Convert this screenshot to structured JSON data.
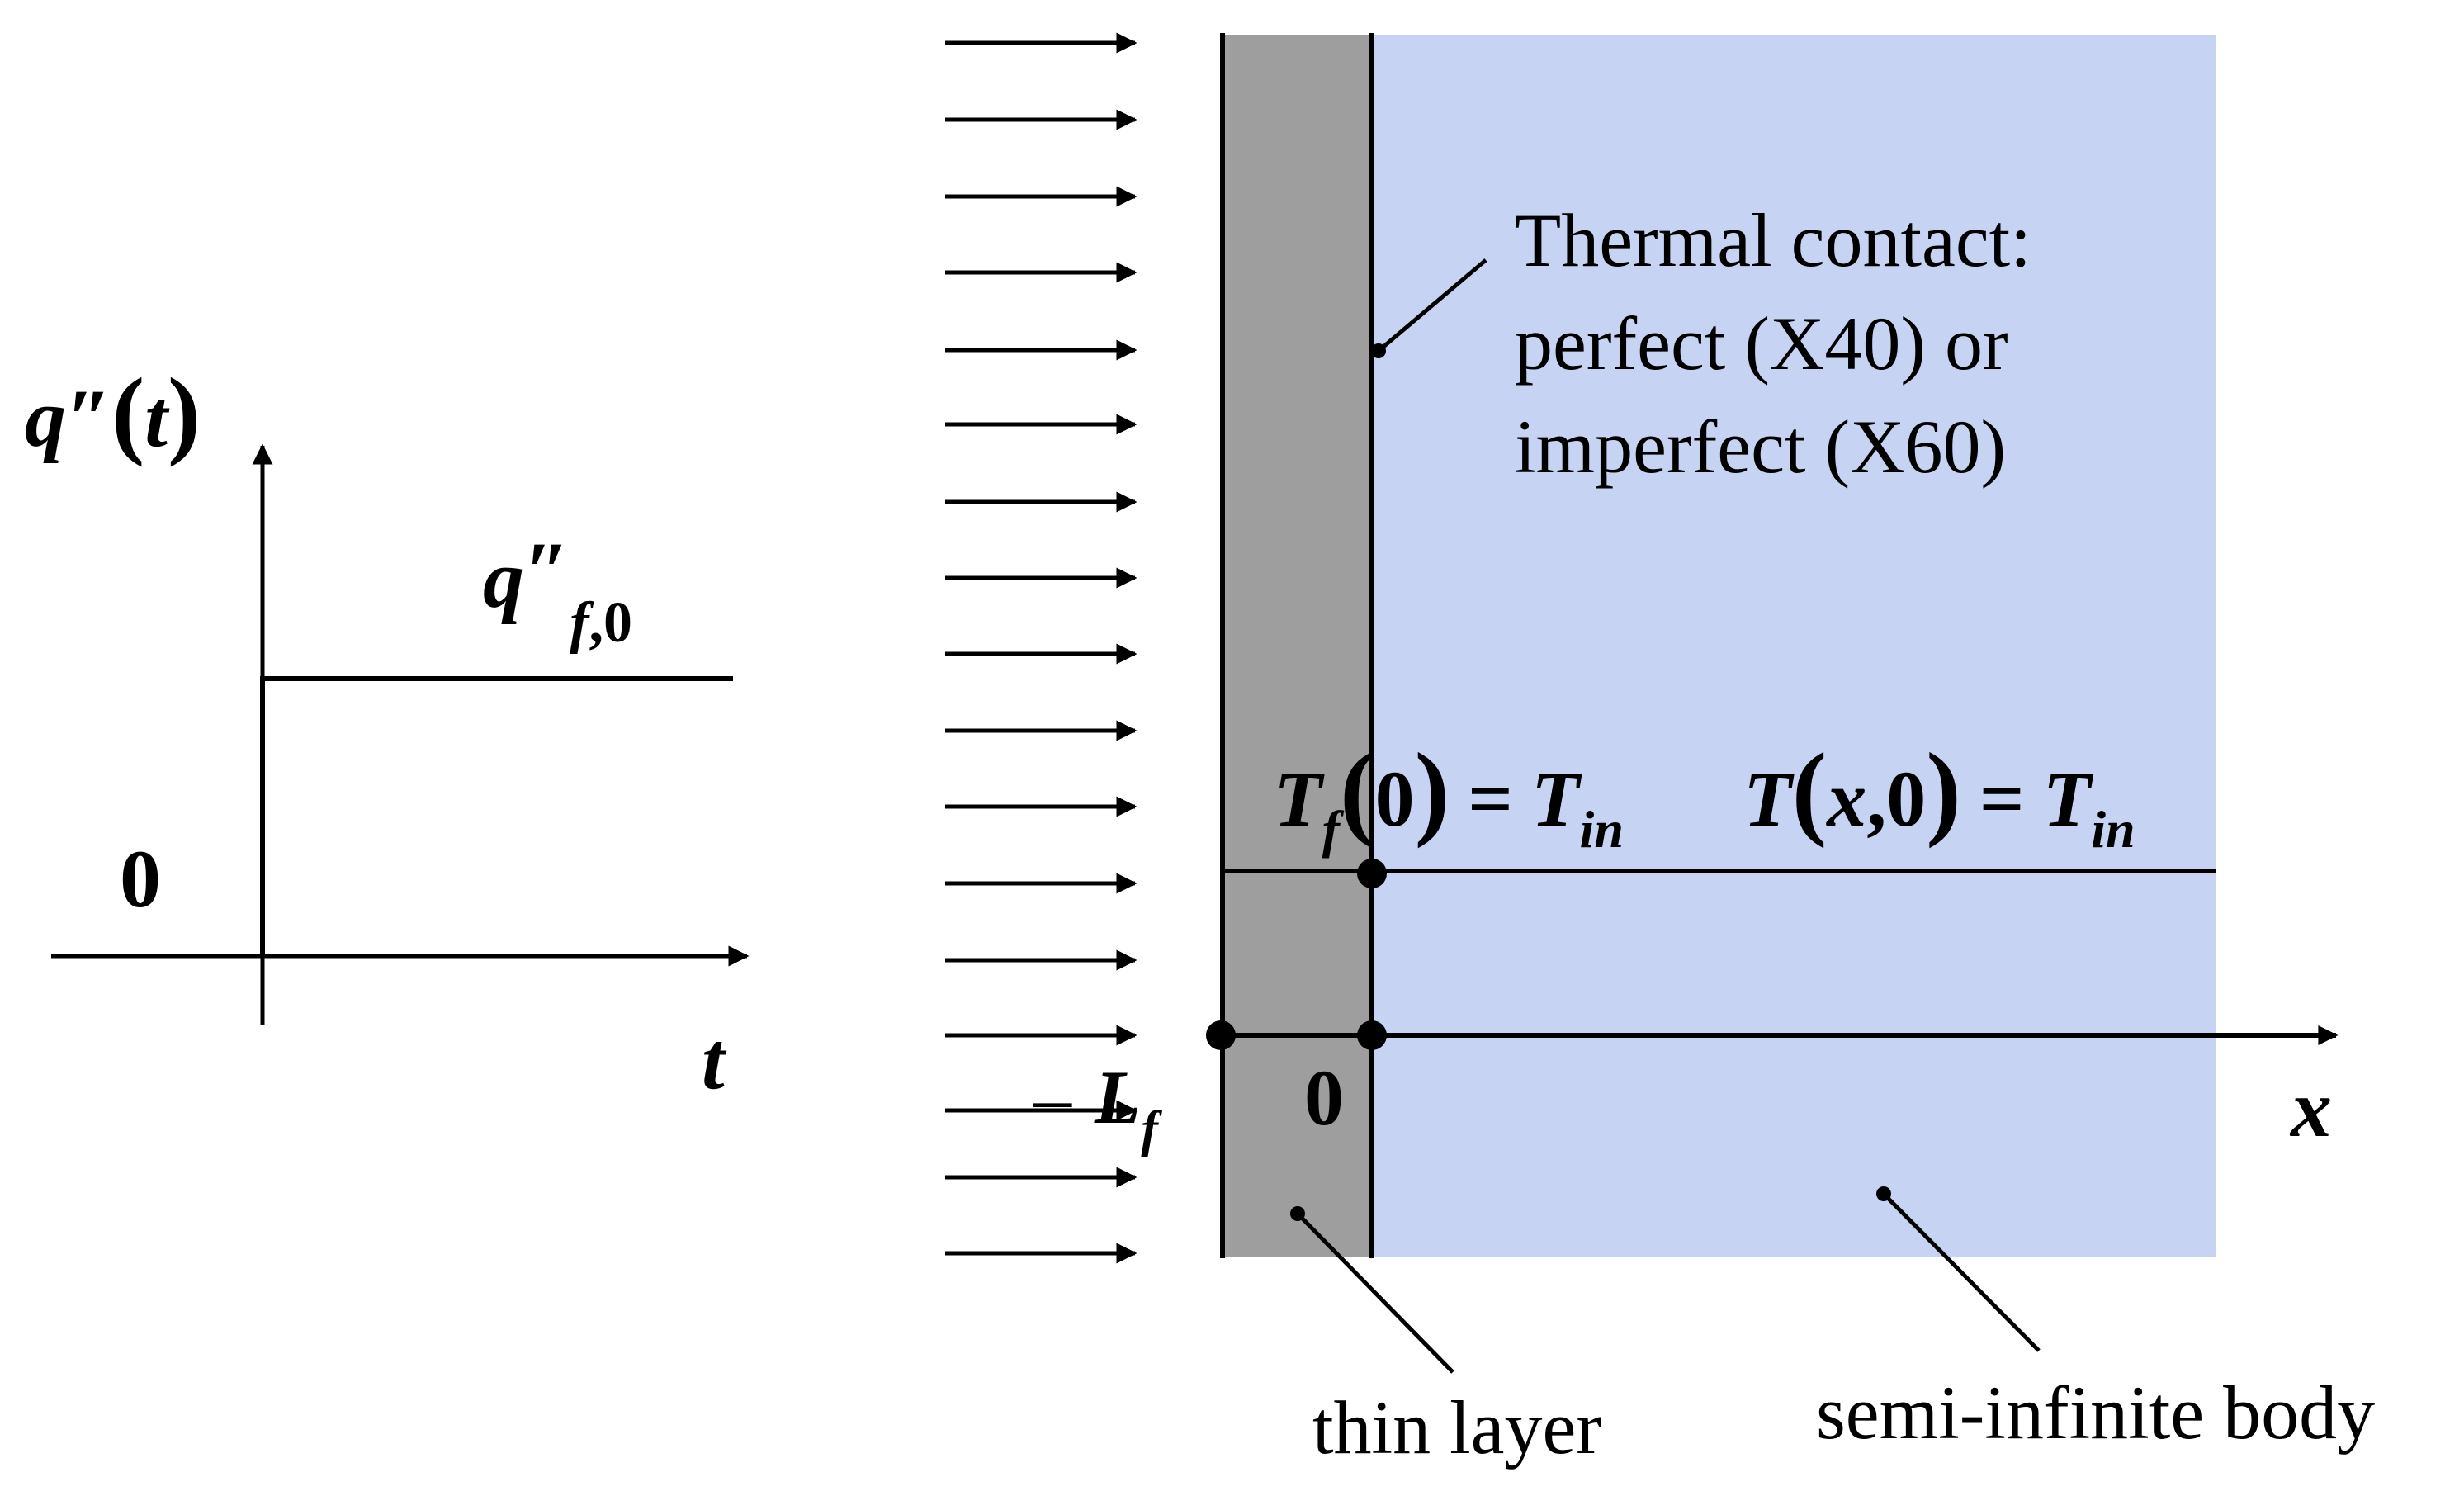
{
  "flux_plot": {
    "y_label": {
      "base": "q",
      "prime": "″",
      "arg": "t"
    },
    "step_level": {
      "base": "q",
      "prime": "″",
      "sub_f": "f",
      "sub_comma_zero": ",0"
    },
    "zero_label": "0",
    "t_label": "t"
  },
  "layer_diagram": {
    "contact_note": {
      "line1": "Thermal contact:",
      "line2": "perfect (X40) or",
      "line3": "imperfect (X60)"
    },
    "initial_conditions": {
      "left": {
        "T": "T",
        "sub": "f",
        "arg": "0",
        "eq": "=",
        "rhs_T": "T",
        "rhs_sub": "in"
      },
      "right": {
        "T": "T",
        "arg_x": "x",
        "arg_sep": ",",
        "arg_t": "0",
        "eq": "=",
        "rhs_T": "T",
        "rhs_sub": "in"
      }
    },
    "axis": {
      "label": "x",
      "zero": "0",
      "minus": "–",
      "L": "L",
      "L_sub": "f"
    },
    "region_labels": {
      "thin_layer": "thin layer",
      "semi_infinite": "semi-infinite body"
    }
  },
  "colors": {
    "layer": "#9e9e9e",
    "body": "#c7d3f2",
    "ink": "#000000"
  }
}
